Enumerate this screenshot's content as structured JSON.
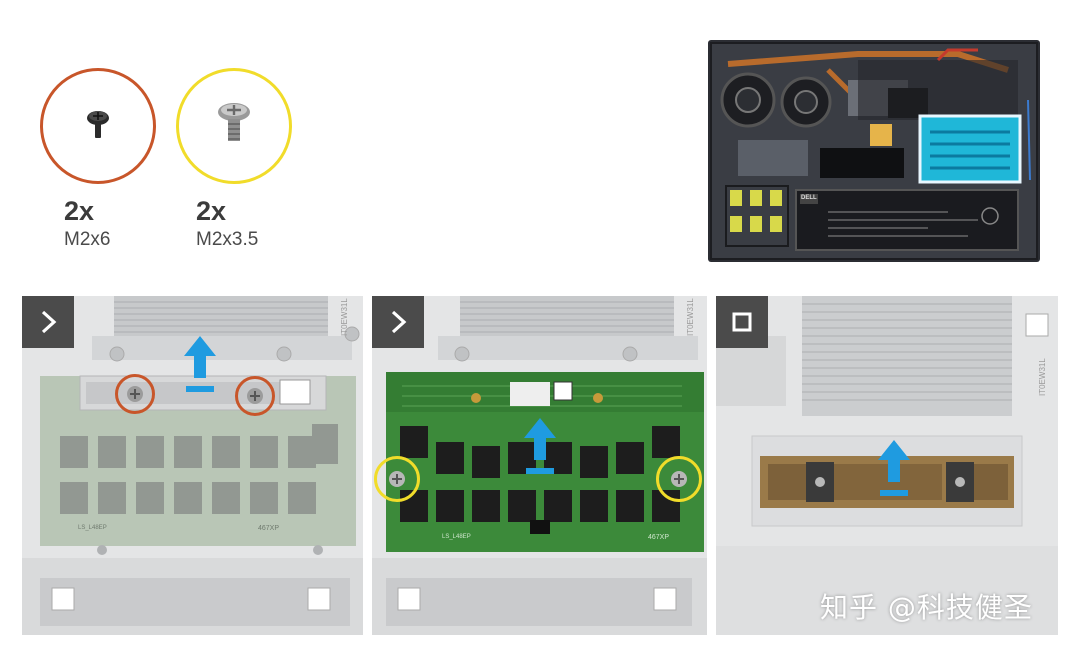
{
  "screws": [
    {
      "quantity": "2x",
      "spec": "M2x6",
      "ring_color": "#c8562a"
    },
    {
      "quantity": "2x",
      "spec": "M2x3.5",
      "ring_color": "#f1dc2a"
    }
  ],
  "overview": {
    "label_text": "DELL"
  },
  "steps": [
    {
      "icon": "chevron-right-icon",
      "board_label": "467XP",
      "board_sub": "LS_L48EP",
      "side_label": "IT0EW31L"
    },
    {
      "icon": "chevron-right-icon",
      "board_label": "467XP",
      "board_sub": "LS_L48EP",
      "side_label": "IT0EW31L"
    },
    {
      "icon": "square-stop-icon",
      "side_label": "IT0EW31L"
    }
  ],
  "watermark": "知乎 @科技健圣",
  "colors": {
    "step_badge": "#4b4b4b",
    "arrow": "#1f9be0",
    "highlight_orange": "#c8562a",
    "highlight_yellow": "#f1dc2a",
    "board_green": "#3c8a3a"
  }
}
